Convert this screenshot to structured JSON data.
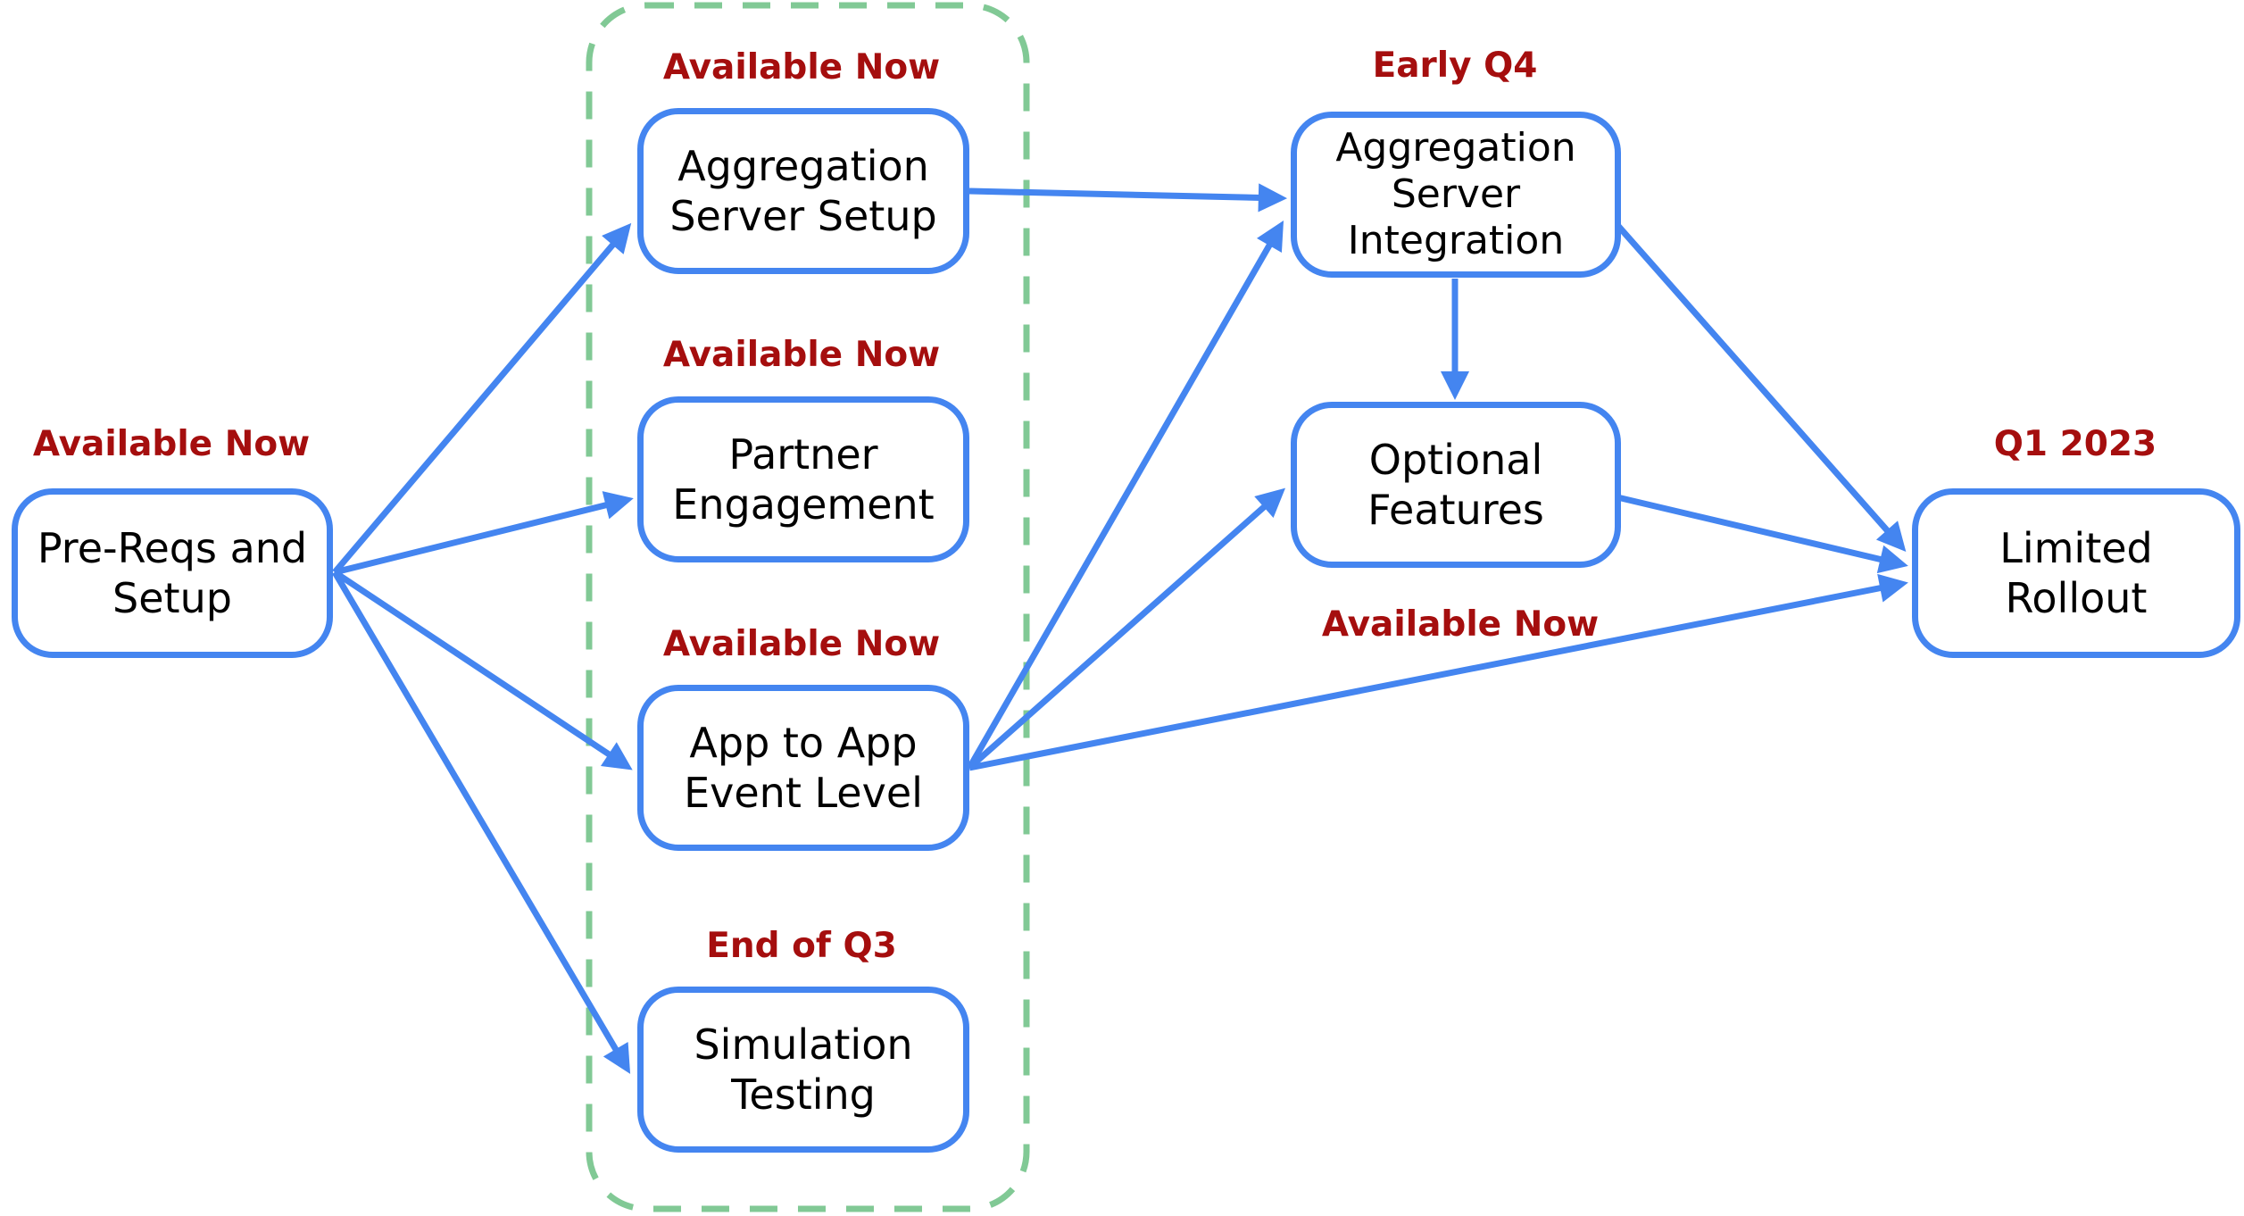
{
  "colors": {
    "background": "#ffffff",
    "node-border": "#4485f0",
    "node-text": "#000000",
    "arrow": "#4485f0",
    "status-label": "#a50e0e",
    "group-outline": "#81c995"
  },
  "diagram": {
    "nodes": [
      {
        "id": "pre-reqs-and-setup",
        "label": "Pre-Reqs and\nSetup",
        "status": "Available Now"
      },
      {
        "id": "aggregation-server-setup",
        "label": "Aggregation\nServer Setup",
        "status": "Available Now"
      },
      {
        "id": "partner-engagement",
        "label": "Partner\nEngagement",
        "status": "Available Now"
      },
      {
        "id": "app-to-app-event-level",
        "label": "App to App\nEvent Level",
        "status": "Available Now"
      },
      {
        "id": "simulation-testing",
        "label": "Simulation\nTesting",
        "status": "End of Q3"
      },
      {
        "id": "aggregation-server-integration",
        "label": "Aggregation\nServer\nIntegration",
        "status": "Early Q4"
      },
      {
        "id": "optional-features",
        "label": "Optional\nFeatures",
        "status": "Available Now"
      },
      {
        "id": "limited-rollout",
        "label": "Limited\nRollout",
        "status": "Q1 2023"
      }
    ],
    "group": {
      "style": "green-dashed-outline",
      "members": [
        "aggregation-server-setup",
        "partner-engagement",
        "app-to-app-event-level",
        "simulation-testing"
      ]
    },
    "edges": [
      {
        "from": "pre-reqs-and-setup",
        "to": "aggregation-server-setup"
      },
      {
        "from": "pre-reqs-and-setup",
        "to": "partner-engagement"
      },
      {
        "from": "pre-reqs-and-setup",
        "to": "app-to-app-event-level"
      },
      {
        "from": "pre-reqs-and-setup",
        "to": "simulation-testing"
      },
      {
        "from": "aggregation-server-setup",
        "to": "aggregation-server-integration"
      },
      {
        "from": "app-to-app-event-level",
        "to": "aggregation-server-integration"
      },
      {
        "from": "app-to-app-event-level",
        "to": "optional-features"
      },
      {
        "from": "app-to-app-event-level",
        "to": "limited-rollout"
      },
      {
        "from": "aggregation-server-integration",
        "to": "optional-features"
      },
      {
        "from": "aggregation-server-integration",
        "to": "limited-rollout"
      },
      {
        "from": "optional-features",
        "to": "limited-rollout"
      }
    ]
  }
}
